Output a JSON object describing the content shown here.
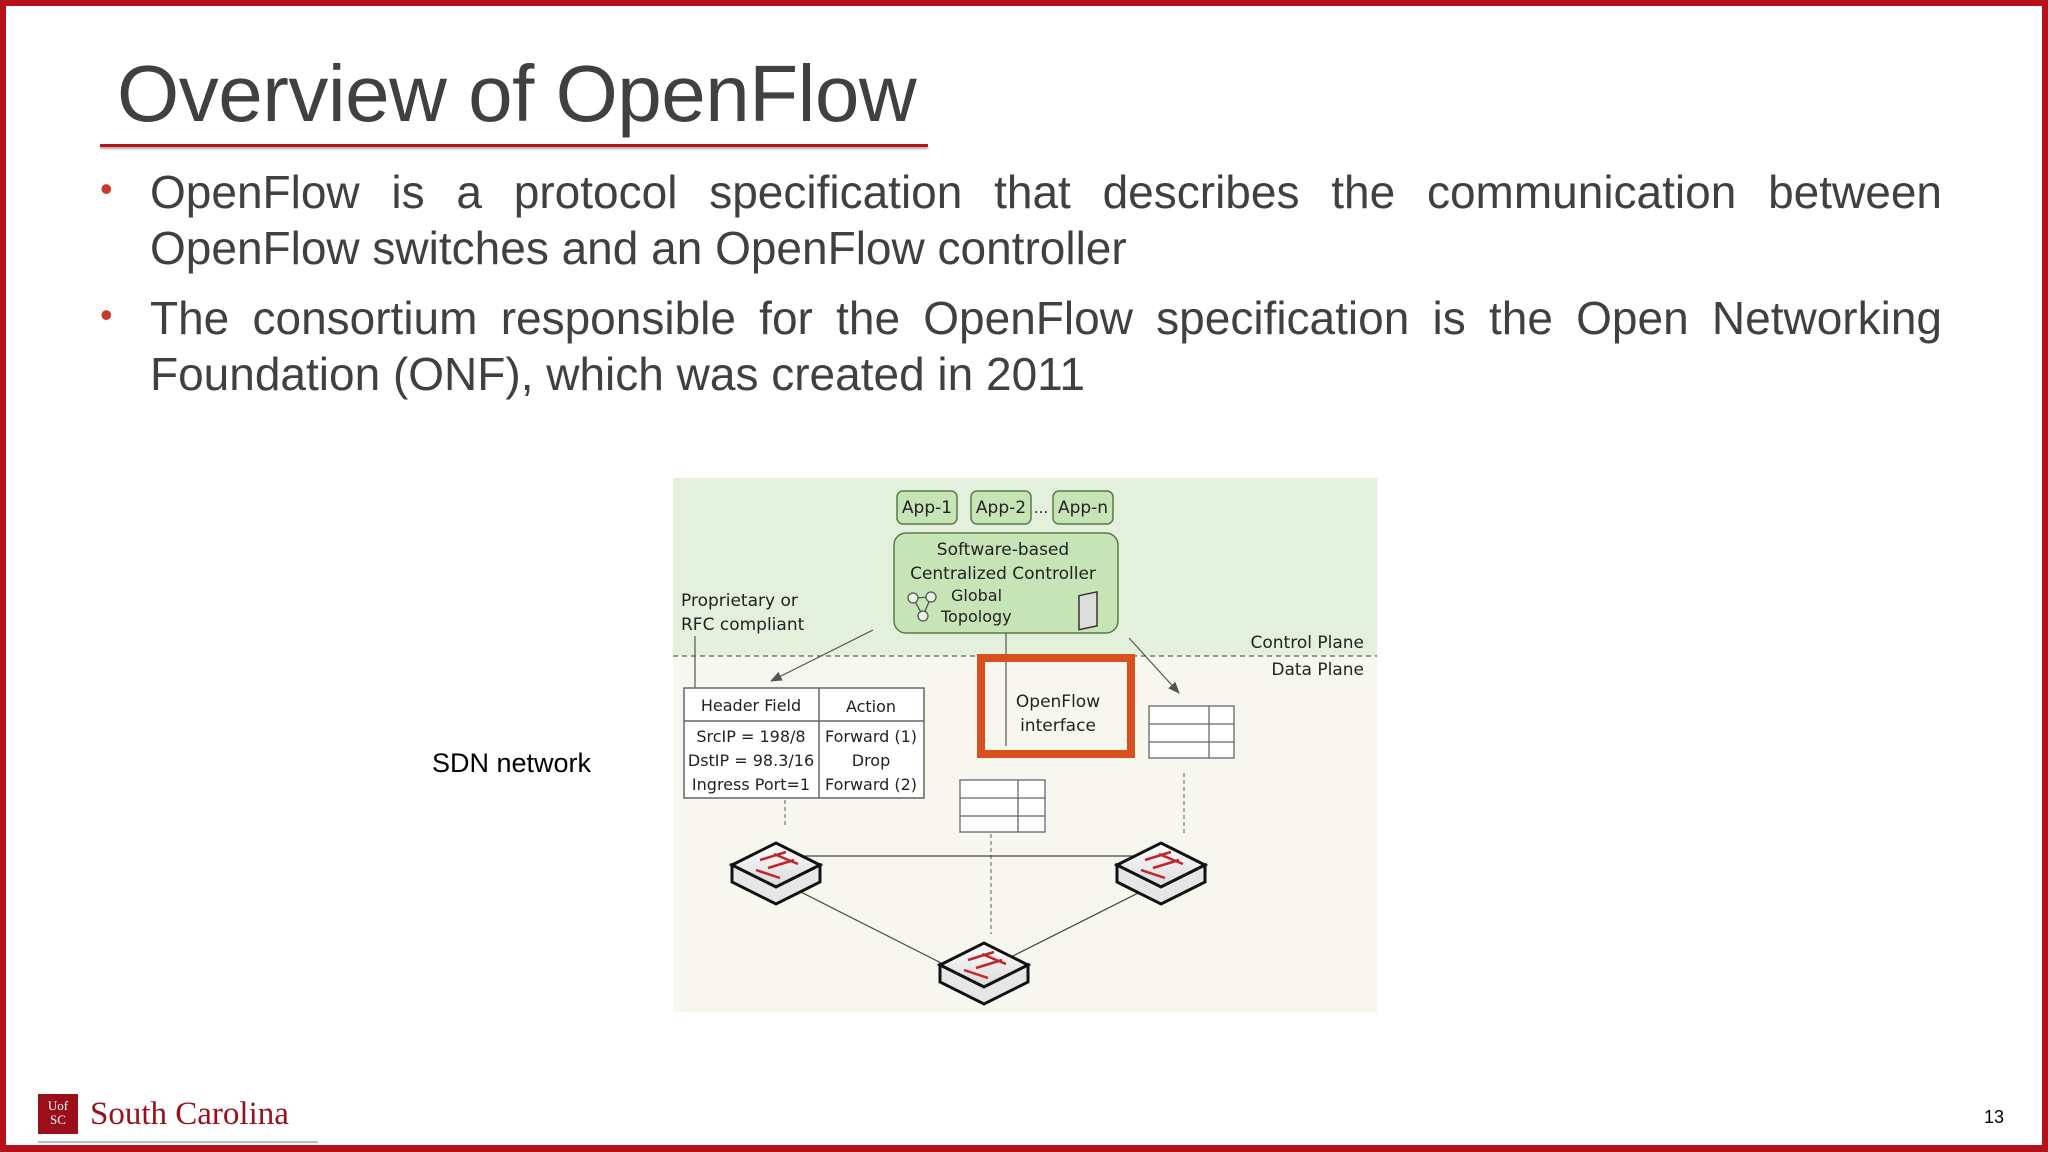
{
  "slide": {
    "title": "Overview of OpenFlow",
    "bullets": [
      "OpenFlow is a protocol specification that describes the communication between OpenFlow switches and an OpenFlow controller",
      "The consortium responsible for the OpenFlow specification is the Open Networking Foundation (ONF), which was created in 2011"
    ],
    "caption": "SDN network",
    "page_number": "13",
    "accent_color": "#b5121b"
  },
  "logo": {
    "mark_line1": "Uof",
    "mark_line2": "SC",
    "text": "South Carolina"
  },
  "figure": {
    "apps": [
      "App-1",
      "App-2",
      "App-n"
    ],
    "apps_ellipsis": "...",
    "controller_line1": "Software-based",
    "controller_line2": "Centralized Controller",
    "topology_line1": "Global",
    "topology_line2": "Topology",
    "proprietary_line1": "Proprietary or",
    "proprietary_line2": "RFC compliant",
    "control_plane": "Control Plane",
    "data_plane": "Data Plane",
    "table_headers": [
      "Header Field",
      "Action"
    ],
    "table_rows": [
      [
        "SrcIP = 198/8",
        "Forward (1)"
      ],
      [
        "DstIP = 98.3/16",
        "Drop"
      ],
      [
        "Ingress Port=1",
        "Forward (2)"
      ]
    ],
    "interface_line1": "OpenFlow",
    "interface_line2": "interface",
    "interface_highlight_color": "#d9501e",
    "control_plane_bg": "#e3f1dc",
    "app_fill": "#c6e4b5"
  }
}
